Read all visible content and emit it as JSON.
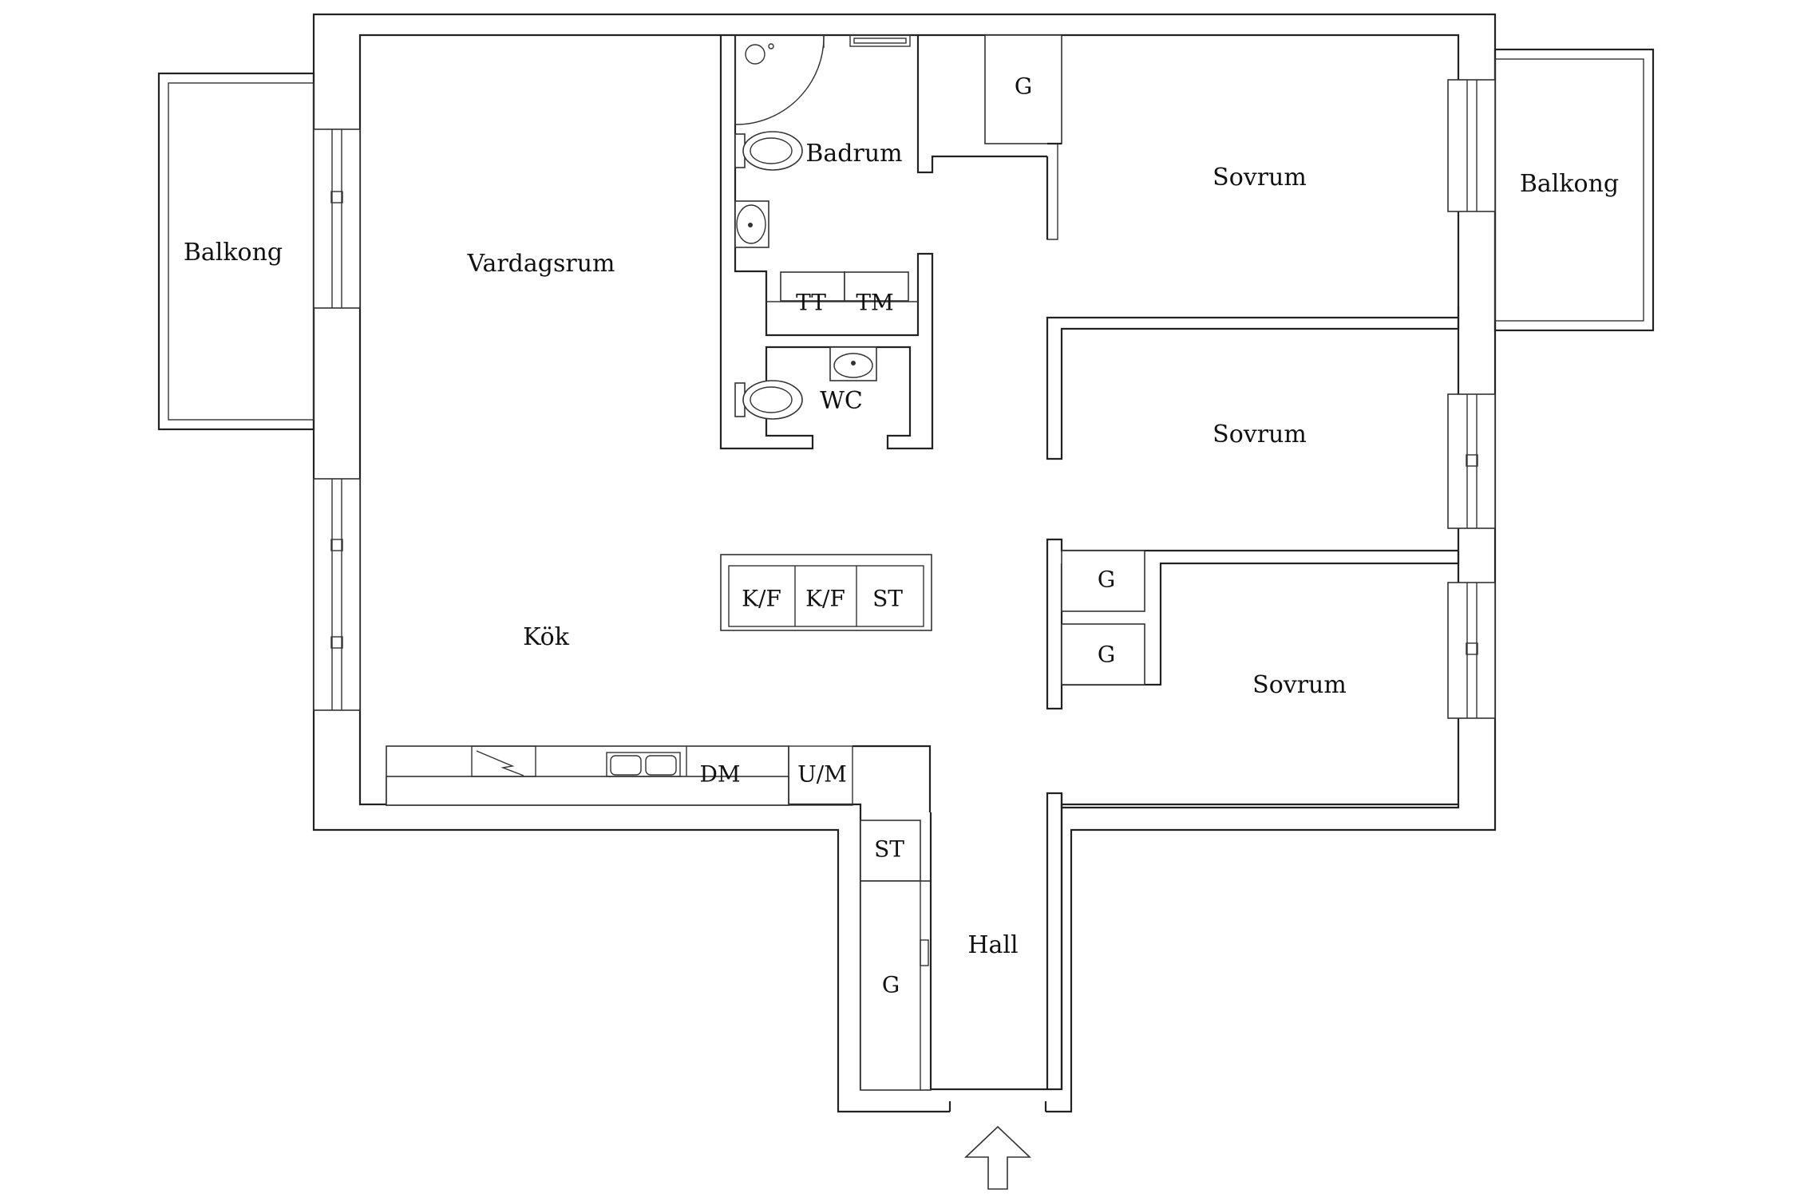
{
  "rooms": {
    "balkong_left": "Balkong",
    "balkong_right": "Balkong",
    "vardagsrum": "Vardagsrum",
    "kok": "Kök",
    "badrum": "Badrum",
    "wc": "WC",
    "sovrum_top": "Sovrum",
    "sovrum_middle": "Sovrum",
    "sovrum_bottom": "Sovrum",
    "hall": "Hall"
  },
  "fixtures": {
    "tt": "TT",
    "tm": "TM",
    "kf_1": "K/F",
    "kf_2": "K/F",
    "st_kitchen": "ST",
    "dm": "DM",
    "um": "U/M",
    "st_hall": "ST",
    "g_bedroom_top": "G",
    "g_bedroom_mid": "G",
    "g_bedroom_low": "G",
    "g_hall": "G"
  },
  "entrance": {
    "icon": "entrance-arrow-icon"
  }
}
